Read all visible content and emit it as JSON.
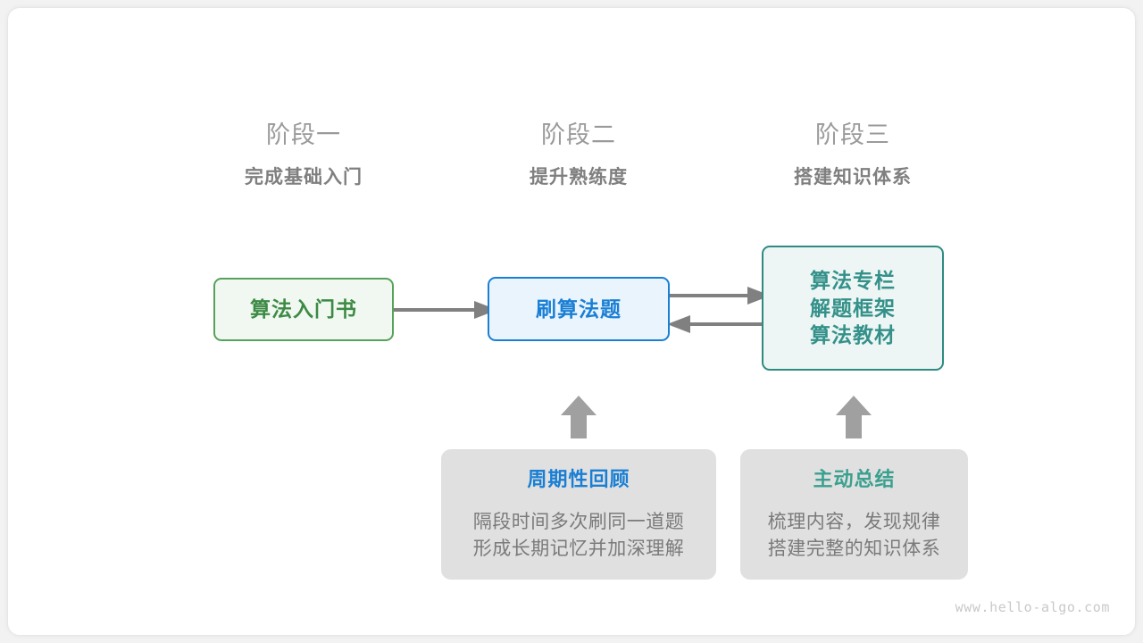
{
  "stages": [
    {
      "title": "阶段一",
      "subtitle": "完成基础入门"
    },
    {
      "title": "阶段二",
      "subtitle": "提升熟练度"
    },
    {
      "title": "阶段三",
      "subtitle": "搭建知识体系"
    }
  ],
  "nodes": {
    "book": {
      "label": "算法入门书",
      "color": "#3d8a45",
      "border": "#58a15a",
      "fill": "#f1f8f1"
    },
    "practice": {
      "label": "刷算法题",
      "color": "#1a7fd4",
      "border": "#1a7fd4",
      "fill": "#eaf4fd"
    },
    "resources": {
      "line1": "算法专栏",
      "line2": "解题框架",
      "line3": "算法教材",
      "color": "#34918a",
      "border": "#2e8b82",
      "fill": "#edf6f4"
    }
  },
  "tips": [
    {
      "title": "周期性回顾",
      "title_color": "#1a7fd4",
      "body_line1": "隔段时间多次刷同一道题",
      "body_line2": "形成长期记忆并加深理解"
    },
    {
      "title": "主动总结",
      "title_color": "#3aa08f",
      "body_line1": "梳理内容，发现规律",
      "body_line2": "搭建完整的知识体系"
    }
  ],
  "connectors": {
    "arrow_color": "#808080",
    "block_arrow_color": "#a0a0a0"
  },
  "footer": {
    "watermark": "www.hello-algo.com"
  }
}
